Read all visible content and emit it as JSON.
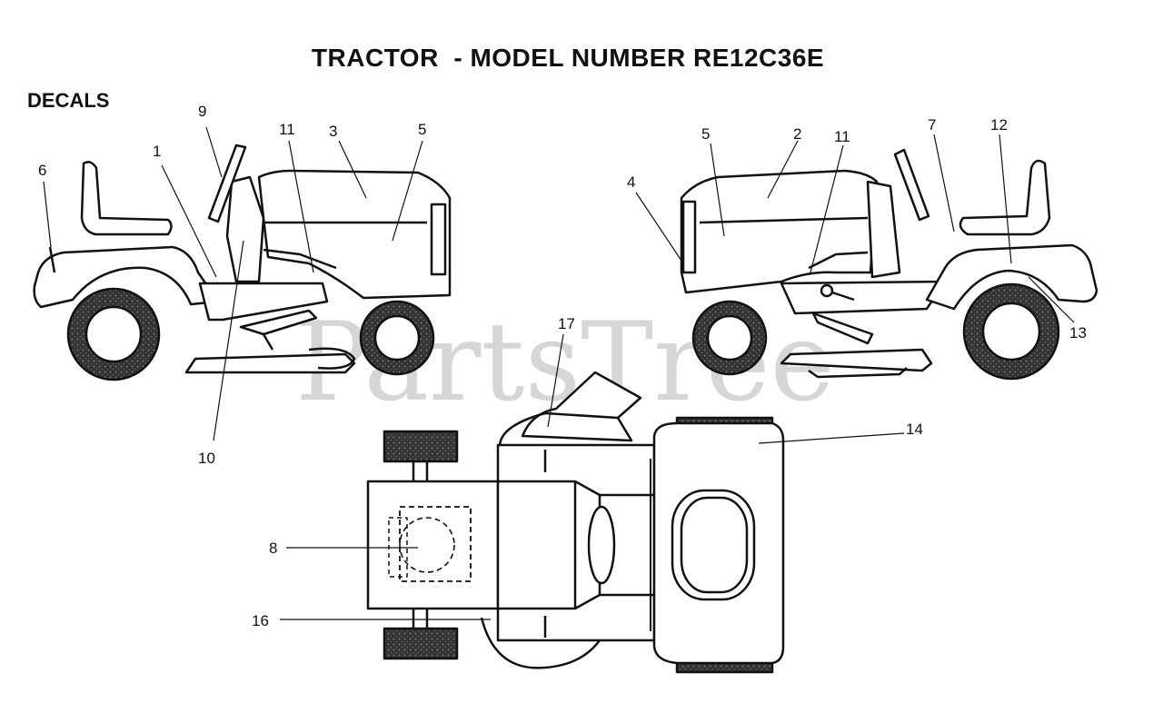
{
  "title": "TRACTOR  - MODEL NUMBER RE12C36E",
  "section": "DECALS",
  "watermark": "PartsTree",
  "callouts": {
    "left": {
      "c1": "1",
      "c3": "3",
      "c5": "5",
      "c6": "6",
      "c9": "9",
      "c10": "10",
      "c11": "11"
    },
    "right": {
      "c2": "2",
      "c4": "4",
      "c5": "5",
      "c7": "7",
      "c11": "11",
      "c12": "12",
      "c13": "13"
    },
    "top": {
      "c8": "8",
      "c14": "14",
      "c16": "16",
      "c17": "17"
    }
  }
}
